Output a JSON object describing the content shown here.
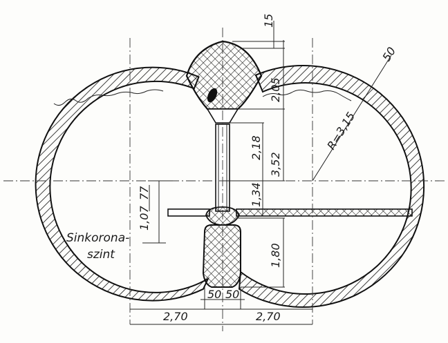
{
  "labels": {
    "level_line1": "Sinkorona-",
    "level_line2": "szint"
  },
  "dimensions": {
    "top_gap": "15",
    "tube_wall": "50",
    "radius": "R=3,15",
    "crown_height": "2,05",
    "web_height": "2,18",
    "crown_to_center": "3,52",
    "center_to_plate": "1,34",
    "plate_offset": "77",
    "level_offset": "1,07",
    "lower_height": "1,80",
    "lower_half_left": "50",
    "lower_half_right": "50",
    "span_left": "2,70",
    "span_right": "2,70"
  },
  "colors": {
    "ink": "#111111",
    "paper": "#fdfdfb"
  }
}
